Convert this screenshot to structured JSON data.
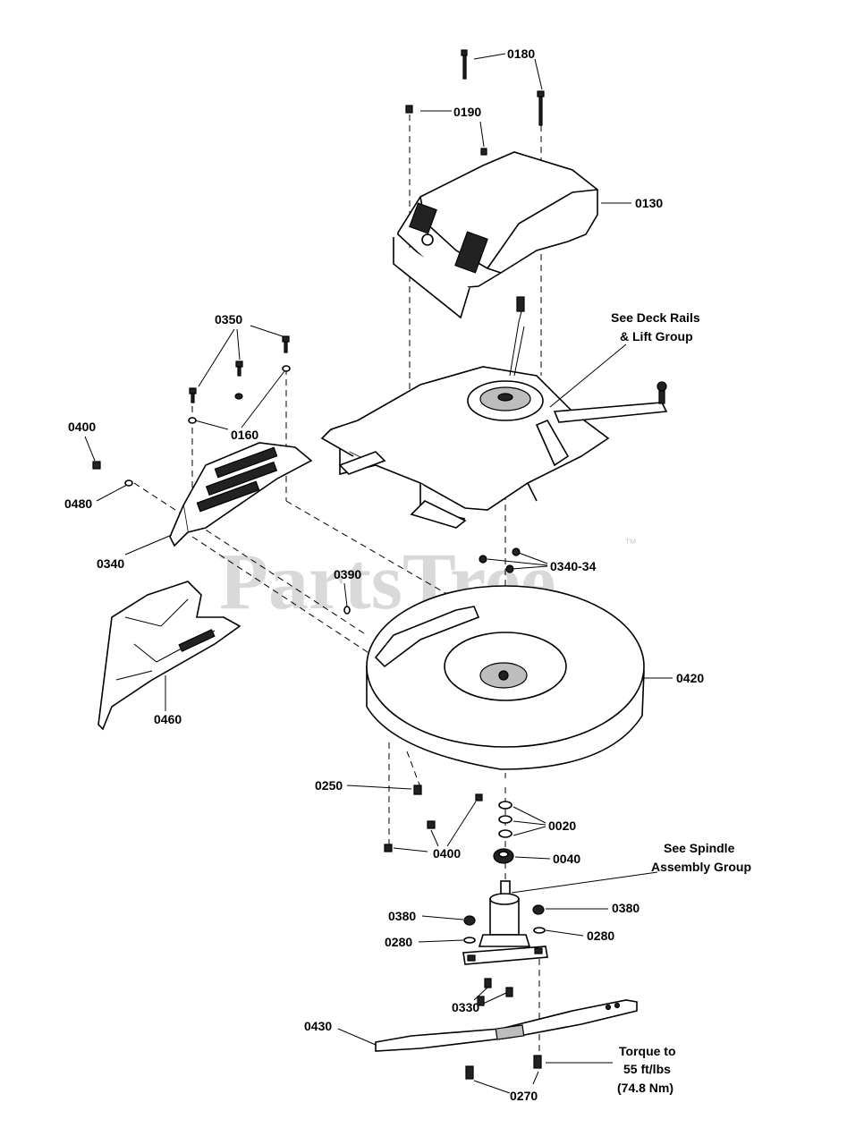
{
  "watermark": "PartsTree",
  "watermark_tm": "™",
  "labels": {
    "p0180": "0180",
    "p0190": "0190",
    "p0130": "0130",
    "p0350": "0350",
    "p0400a": "0400",
    "p0160": "0160",
    "p0480": "0480",
    "p0340": "0340",
    "p0390": "0390",
    "p034034": "0340-34",
    "p0420": "0420",
    "p0460": "0460",
    "p0250": "0250",
    "p0020": "0020",
    "p0400b": "0400",
    "p0040": "0040",
    "p0380a": "0380",
    "p0380b": "0380",
    "p0280a": "0280",
    "p0280b": "0280",
    "p0330": "0330",
    "p0430": "0430",
    "p0270": "0270"
  },
  "notes": {
    "deck_rails_1": "See Deck Rails",
    "deck_rails_2": "& Lift Group",
    "spindle_1": "See Spindle",
    "spindle_2": "Assembly Group",
    "torque_1": "Torque to",
    "torque_2": "55 ft/lbs",
    "torque_3": "(74.8 Nm)"
  }
}
